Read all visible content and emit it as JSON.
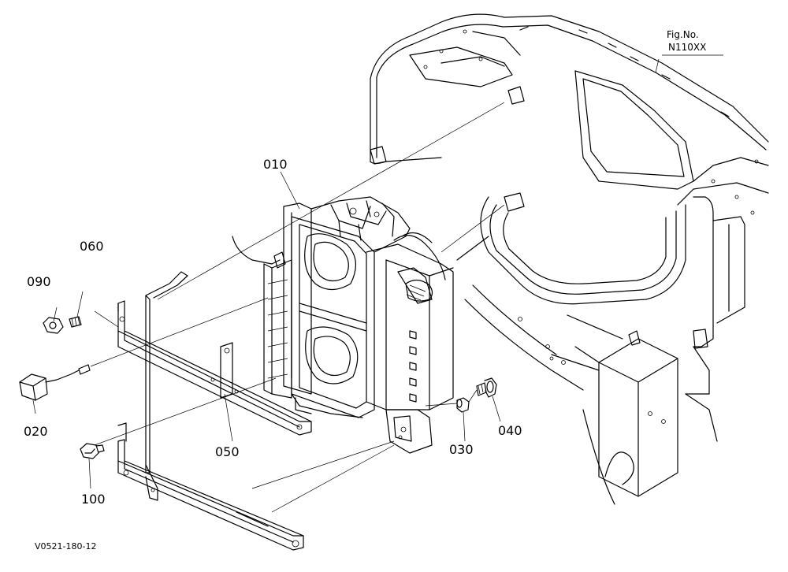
{
  "figure": {
    "fig_label": "Fig.No.",
    "fig_number": "N110XX",
    "drawing_code": "V0521-180-12"
  },
  "parts": [
    {
      "id": "p010",
      "label": "010"
    },
    {
      "id": "p020",
      "label": "020"
    },
    {
      "id": "p030",
      "label": "030"
    },
    {
      "id": "p040",
      "label": "040"
    },
    {
      "id": "p050",
      "label": "050"
    },
    {
      "id": "p060",
      "label": "060"
    },
    {
      "id": "p090",
      "label": "090"
    },
    {
      "id": "p100",
      "label": "100"
    }
  ]
}
